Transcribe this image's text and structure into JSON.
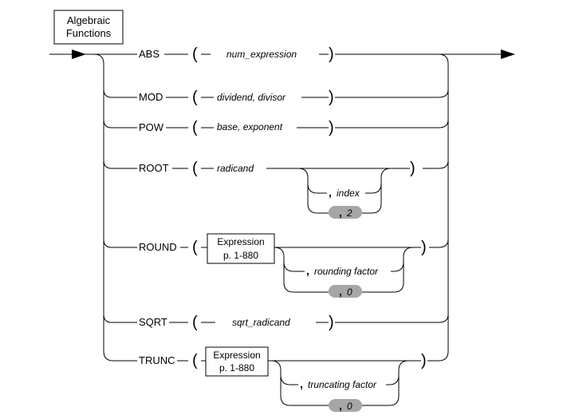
{
  "header_box": {
    "line1": "Algebraic",
    "line2": "Functions"
  },
  "paren_open": "(",
  "paren_close": ")",
  "comma": ",",
  "rows": [
    {
      "keyword": "ABS",
      "argument": "num_expression"
    },
    {
      "keyword": "MOD",
      "argument": "dividend, divisor"
    },
    {
      "keyword": "POW",
      "argument": "base, exponent"
    },
    {
      "keyword": "ROOT",
      "argument": "radicand",
      "option": "index",
      "default": "2"
    },
    {
      "keyword": "ROUND",
      "ref_line1": "Expression",
      "ref_line2": "p. 1-880",
      "option": "rounding factor",
      "default": "0"
    },
    {
      "keyword": "SQRT",
      "argument": "sqrt_radicand"
    },
    {
      "keyword": "TRUNC",
      "ref_line1": "Expression",
      "ref_line2": "p. 1-880",
      "option": "truncating factor",
      "default": "0"
    }
  ]
}
